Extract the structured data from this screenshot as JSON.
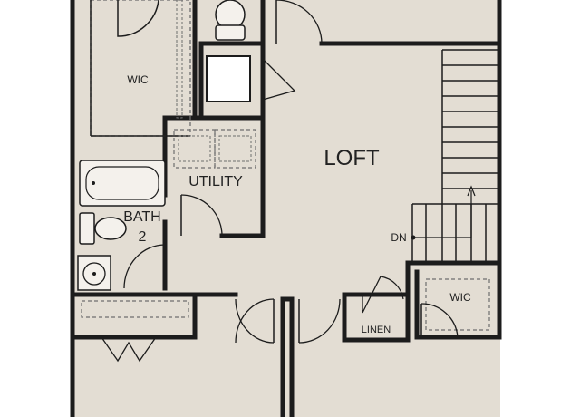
{
  "colors": {
    "floor": "#e3ddd3",
    "wall": "#1c1c1c",
    "fixture": "#f4f1ec",
    "dashed": "#6e6e6e",
    "label": "#222222"
  },
  "rooms": {
    "wic_left": "WIC",
    "loft": "LOFT",
    "utility": "UTILITY",
    "bath_line1": "BATH",
    "bath_line2": "2",
    "dn": "DN",
    "linen": "LINEN",
    "wic_right": "WIC"
  }
}
